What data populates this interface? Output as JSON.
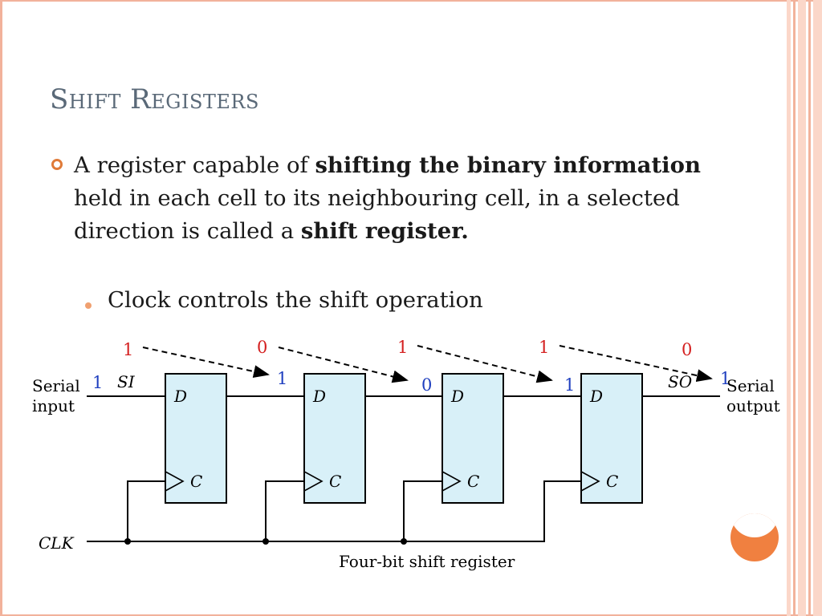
{
  "slide": {
    "title": "Shift Registers",
    "bullet": {
      "text_1": "A register capable of ",
      "bold_1": "shifting the binary information",
      "text_2": " held in each cell to its neighbouring cell, in a selected direction is called a ",
      "bold_2": "shift register."
    },
    "sub_bullet": "Clock controls the shift operation"
  },
  "diagram": {
    "caption": "Four-bit shift register",
    "serial_input_label": [
      "Serial",
      "input"
    ],
    "serial_output_label": [
      "Serial",
      "output"
    ],
    "si_label": "SI",
    "so_label": "SO",
    "clk_label": "CLK",
    "flipflop_d_label": "D",
    "flipflop_c_label": "C",
    "before_values": [
      "1",
      "0",
      "1",
      "1",
      "0"
    ],
    "after_values": [
      "1",
      "1",
      "0",
      "1",
      "1"
    ],
    "colors": {
      "before": "#d42020",
      "after": "#1f3fbf",
      "box_fill": "#d8f0f8",
      "accent": "#e07b39"
    }
  }
}
